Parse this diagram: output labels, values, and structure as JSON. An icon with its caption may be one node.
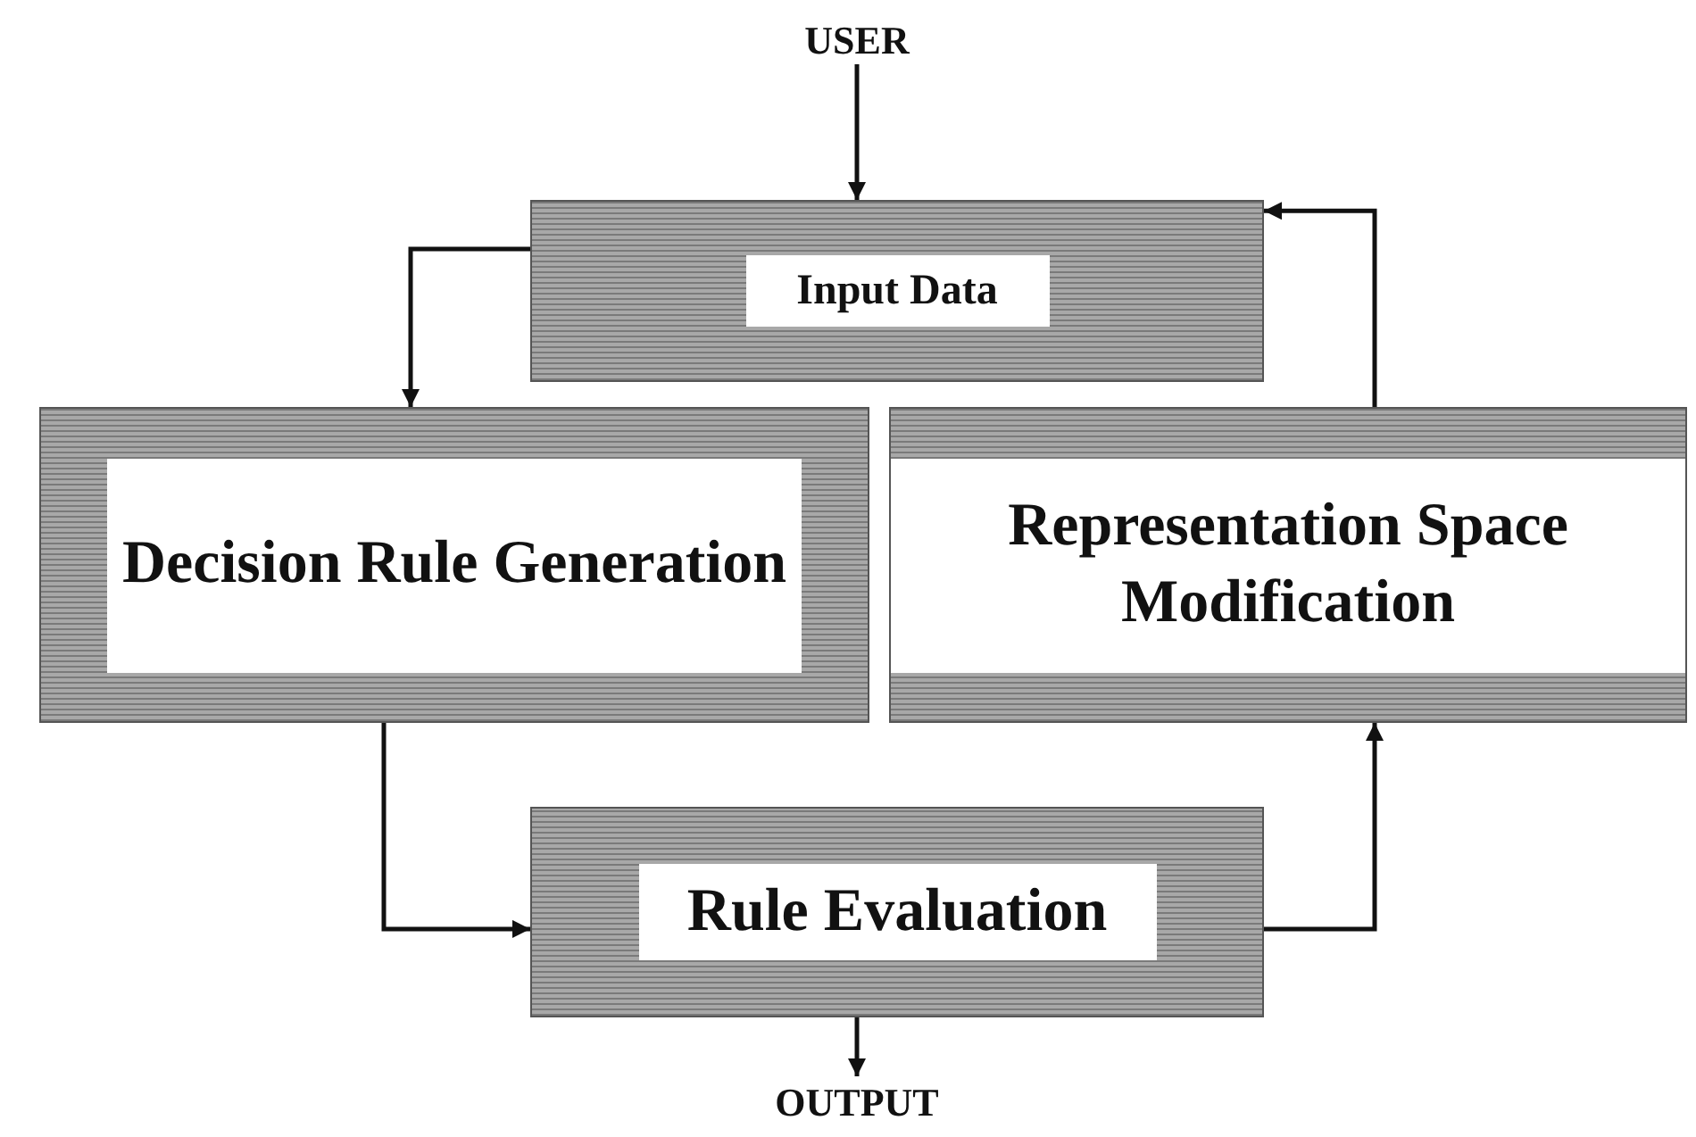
{
  "diagram": {
    "nodes": [
      {
        "text": [
          "USER"
        ]
      },
      {
        "text": [
          "Input Data"
        ]
      },
      {
        "text": [
          "Decision Rule Generation"
        ]
      },
      {
        "text": [
          "Representation Space Modification"
        ]
      },
      {
        "text": [
          "Rule Evaluation"
        ]
      },
      {
        "text": [
          "OUTPUT"
        ]
      }
    ],
    "edges": [
      {
        "from": 0,
        "to": 1,
        "arrow": "to"
      },
      {
        "from": 1,
        "to": 2,
        "arrow": "to"
      },
      {
        "from": 2,
        "to": 4,
        "arrow": "to"
      },
      {
        "from": 4,
        "to": 3,
        "arrow": "to"
      },
      {
        "from": 3,
        "to": 1,
        "arrow": "to"
      },
      {
        "from": 4,
        "to": 5,
        "arrow": "to"
      }
    ]
  }
}
